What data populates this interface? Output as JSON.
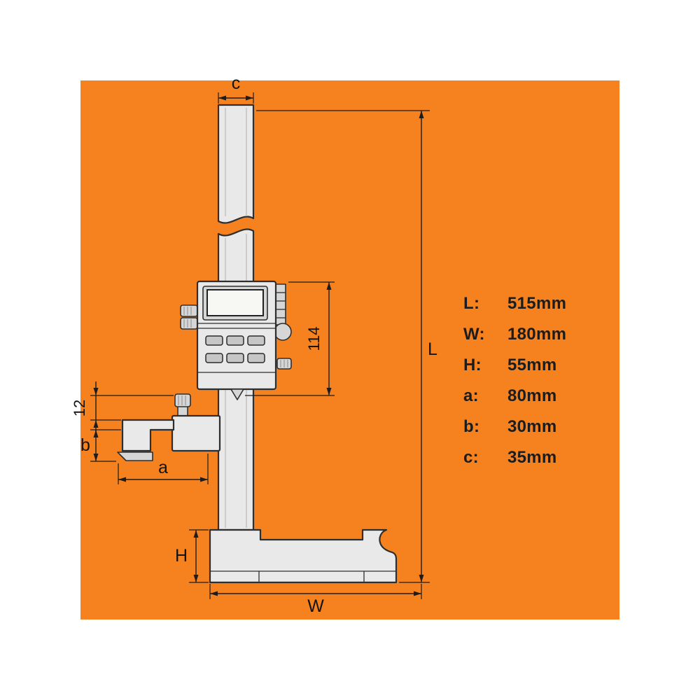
{
  "colors": {
    "panel_orange": "#F6821F",
    "line": "#2e2e2e",
    "metal_light": "#e9e9e9",
    "metal_mid": "#d6d6d6",
    "display_face": "#f7f7f4",
    "text": "#1c1c1c"
  },
  "diagram": {
    "dim_labels": {
      "top_width": "c",
      "overall_length": "L",
      "unit_height": "114",
      "knob_offset": "12",
      "jaw_depth": "b",
      "jaw_reach": "a",
      "base_height": "H",
      "base_width": "W"
    }
  },
  "specs": [
    {
      "label": "L:",
      "value": "515mm"
    },
    {
      "label": "W:",
      "value": "180mm"
    },
    {
      "label": "H:",
      "value": "55mm"
    },
    {
      "label": "a:",
      "value": "80mm"
    },
    {
      "label": "b:",
      "value": "30mm"
    },
    {
      "label": "c:",
      "value": "35mm"
    }
  ]
}
